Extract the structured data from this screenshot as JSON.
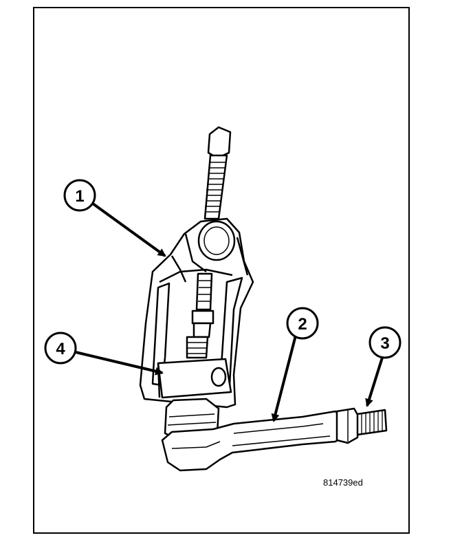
{
  "figure": {
    "callouts": [
      {
        "id": "1",
        "label": "1"
      },
      {
        "id": "2",
        "label": "2"
      },
      {
        "id": "3",
        "label": "3"
      },
      {
        "id": "4",
        "label": "4"
      }
    ],
    "figure_code": "814739ed"
  },
  "colors": {
    "ink": "#000000",
    "paper": "#ffffff",
    "shade": "#e8e8e8"
  }
}
